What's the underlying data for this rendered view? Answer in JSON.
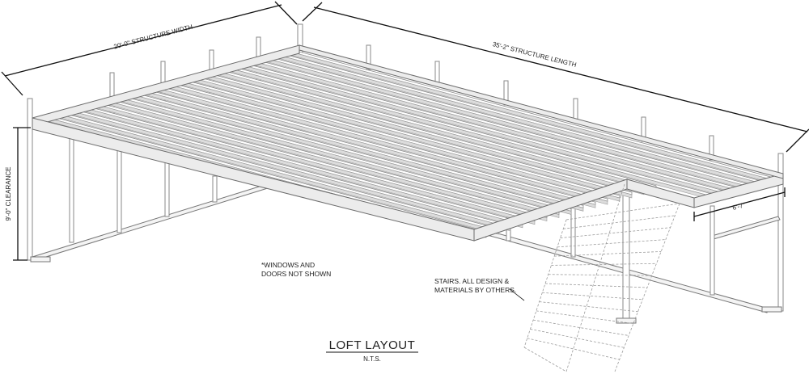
{
  "drawing": {
    "title": "LOFT LAYOUT",
    "scale_note": "N.T.S.",
    "dimensions": {
      "width": "20'-0\" STRUCTURE WIDTH",
      "length": "35'-2\" STRUCTURE LENGTH",
      "clearance": "9'-0\" CLEARANCE",
      "stair_opening": "6'-7\""
    },
    "notes": {
      "windows_line1": "*WINDOWS AND",
      "windows_line2": "DOORS NOT SHOWN",
      "stairs_line1": "STAIRS. ALL DESIGN &",
      "stairs_line2": "MATERIALS BY OTHERS."
    }
  },
  "colors": {
    "line": "#6c6c6c",
    "joist_fill": "#ffffff",
    "joist_shadow": "#dcdcdc",
    "dimension": "#111111"
  }
}
